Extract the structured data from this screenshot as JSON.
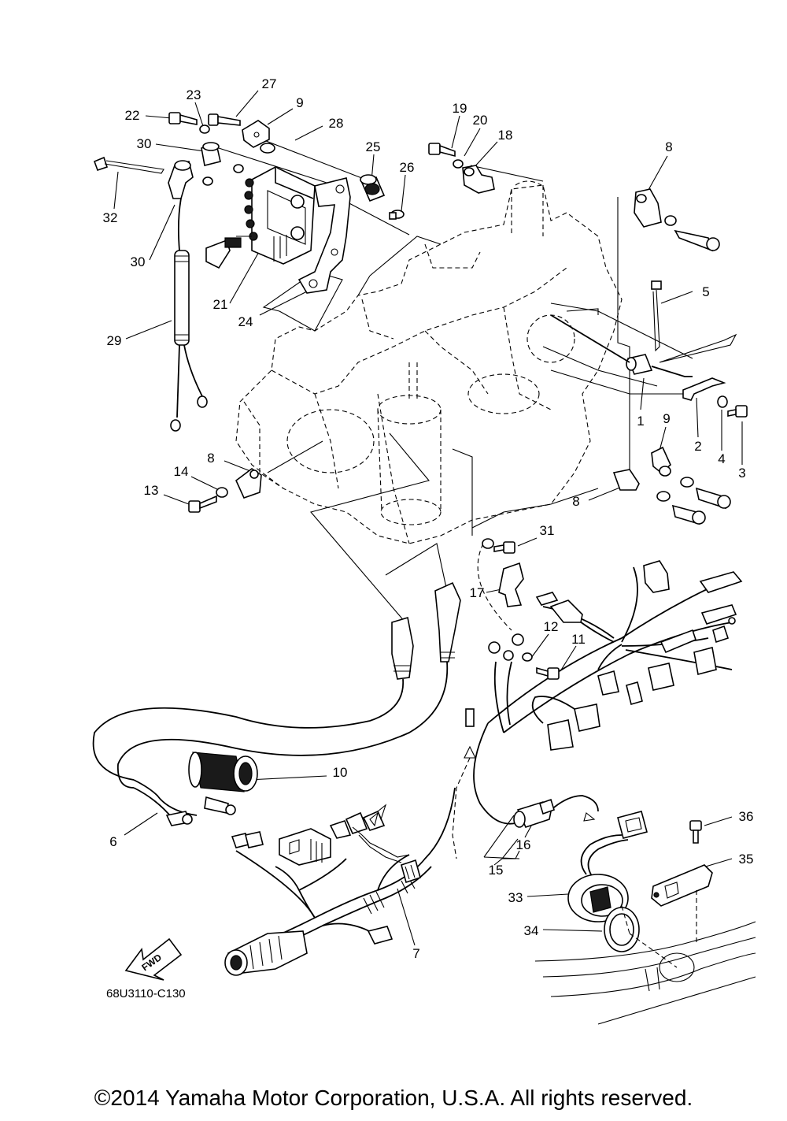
{
  "diagram_code": "68U3110-C130",
  "fwd_label": "FWD",
  "copyright": "©2014 Yamaha Motor Corporation, U.S.A. All rights reserved.",
  "callouts": [
    "1",
    "2",
    "3",
    "4",
    "5",
    "6",
    "7",
    "8",
    "8",
    "8",
    "8",
    "9",
    "9",
    "10",
    "11",
    "12",
    "13",
    "14",
    "15",
    "16",
    "17",
    "18",
    "19",
    "20",
    "21",
    "22",
    "23",
    "24",
    "25",
    "26",
    "27",
    "28",
    "29",
    "30",
    "30",
    "31",
    "32",
    "33",
    "34",
    "35",
    "36"
  ]
}
